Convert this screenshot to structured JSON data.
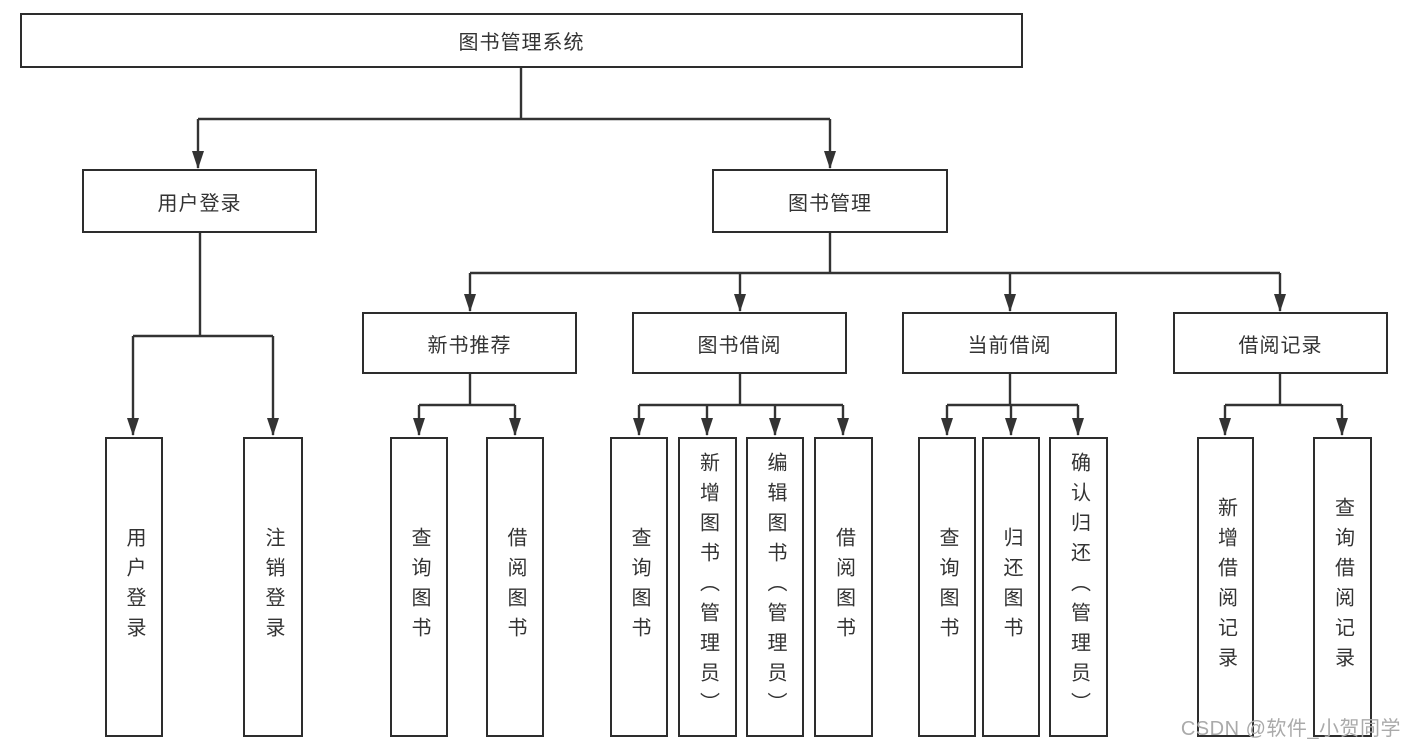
{
  "tree": {
    "root": {
      "label": "图书管理系统"
    },
    "branches": [
      {
        "label": "用户登录",
        "leaves": [
          {
            "label": "用户登录"
          },
          {
            "label": "注销登录"
          }
        ]
      },
      {
        "label": "图书管理",
        "groups": [
          {
            "label": "新书推荐",
            "leaves": [
              {
                "label": "查询图书"
              },
              {
                "label": "借阅图书"
              }
            ]
          },
          {
            "label": "图书借阅",
            "leaves": [
              {
                "label": "查询图书"
              },
              {
                "label": "新增图书（管理员）"
              },
              {
                "label": "编辑图书（管理员）"
              },
              {
                "label": "借阅图书"
              }
            ]
          },
          {
            "label": "当前借阅",
            "leaves": [
              {
                "label": "查询图书"
              },
              {
                "label": "归还图书"
              },
              {
                "label": "确认归还（管理员）"
              }
            ]
          },
          {
            "label": "借阅记录",
            "leaves": [
              {
                "label": "新增借阅记录"
              },
              {
                "label": "查询借阅记录"
              }
            ]
          }
        ]
      }
    ]
  },
  "watermark": {
    "text": "CSDN @软件_小贺同学"
  },
  "colors": {
    "line": "#333333",
    "box_border": "#2d2d2d",
    "node_text": "#333333",
    "watermark_text": "#aaaaaa",
    "background": "#ffffff"
  }
}
